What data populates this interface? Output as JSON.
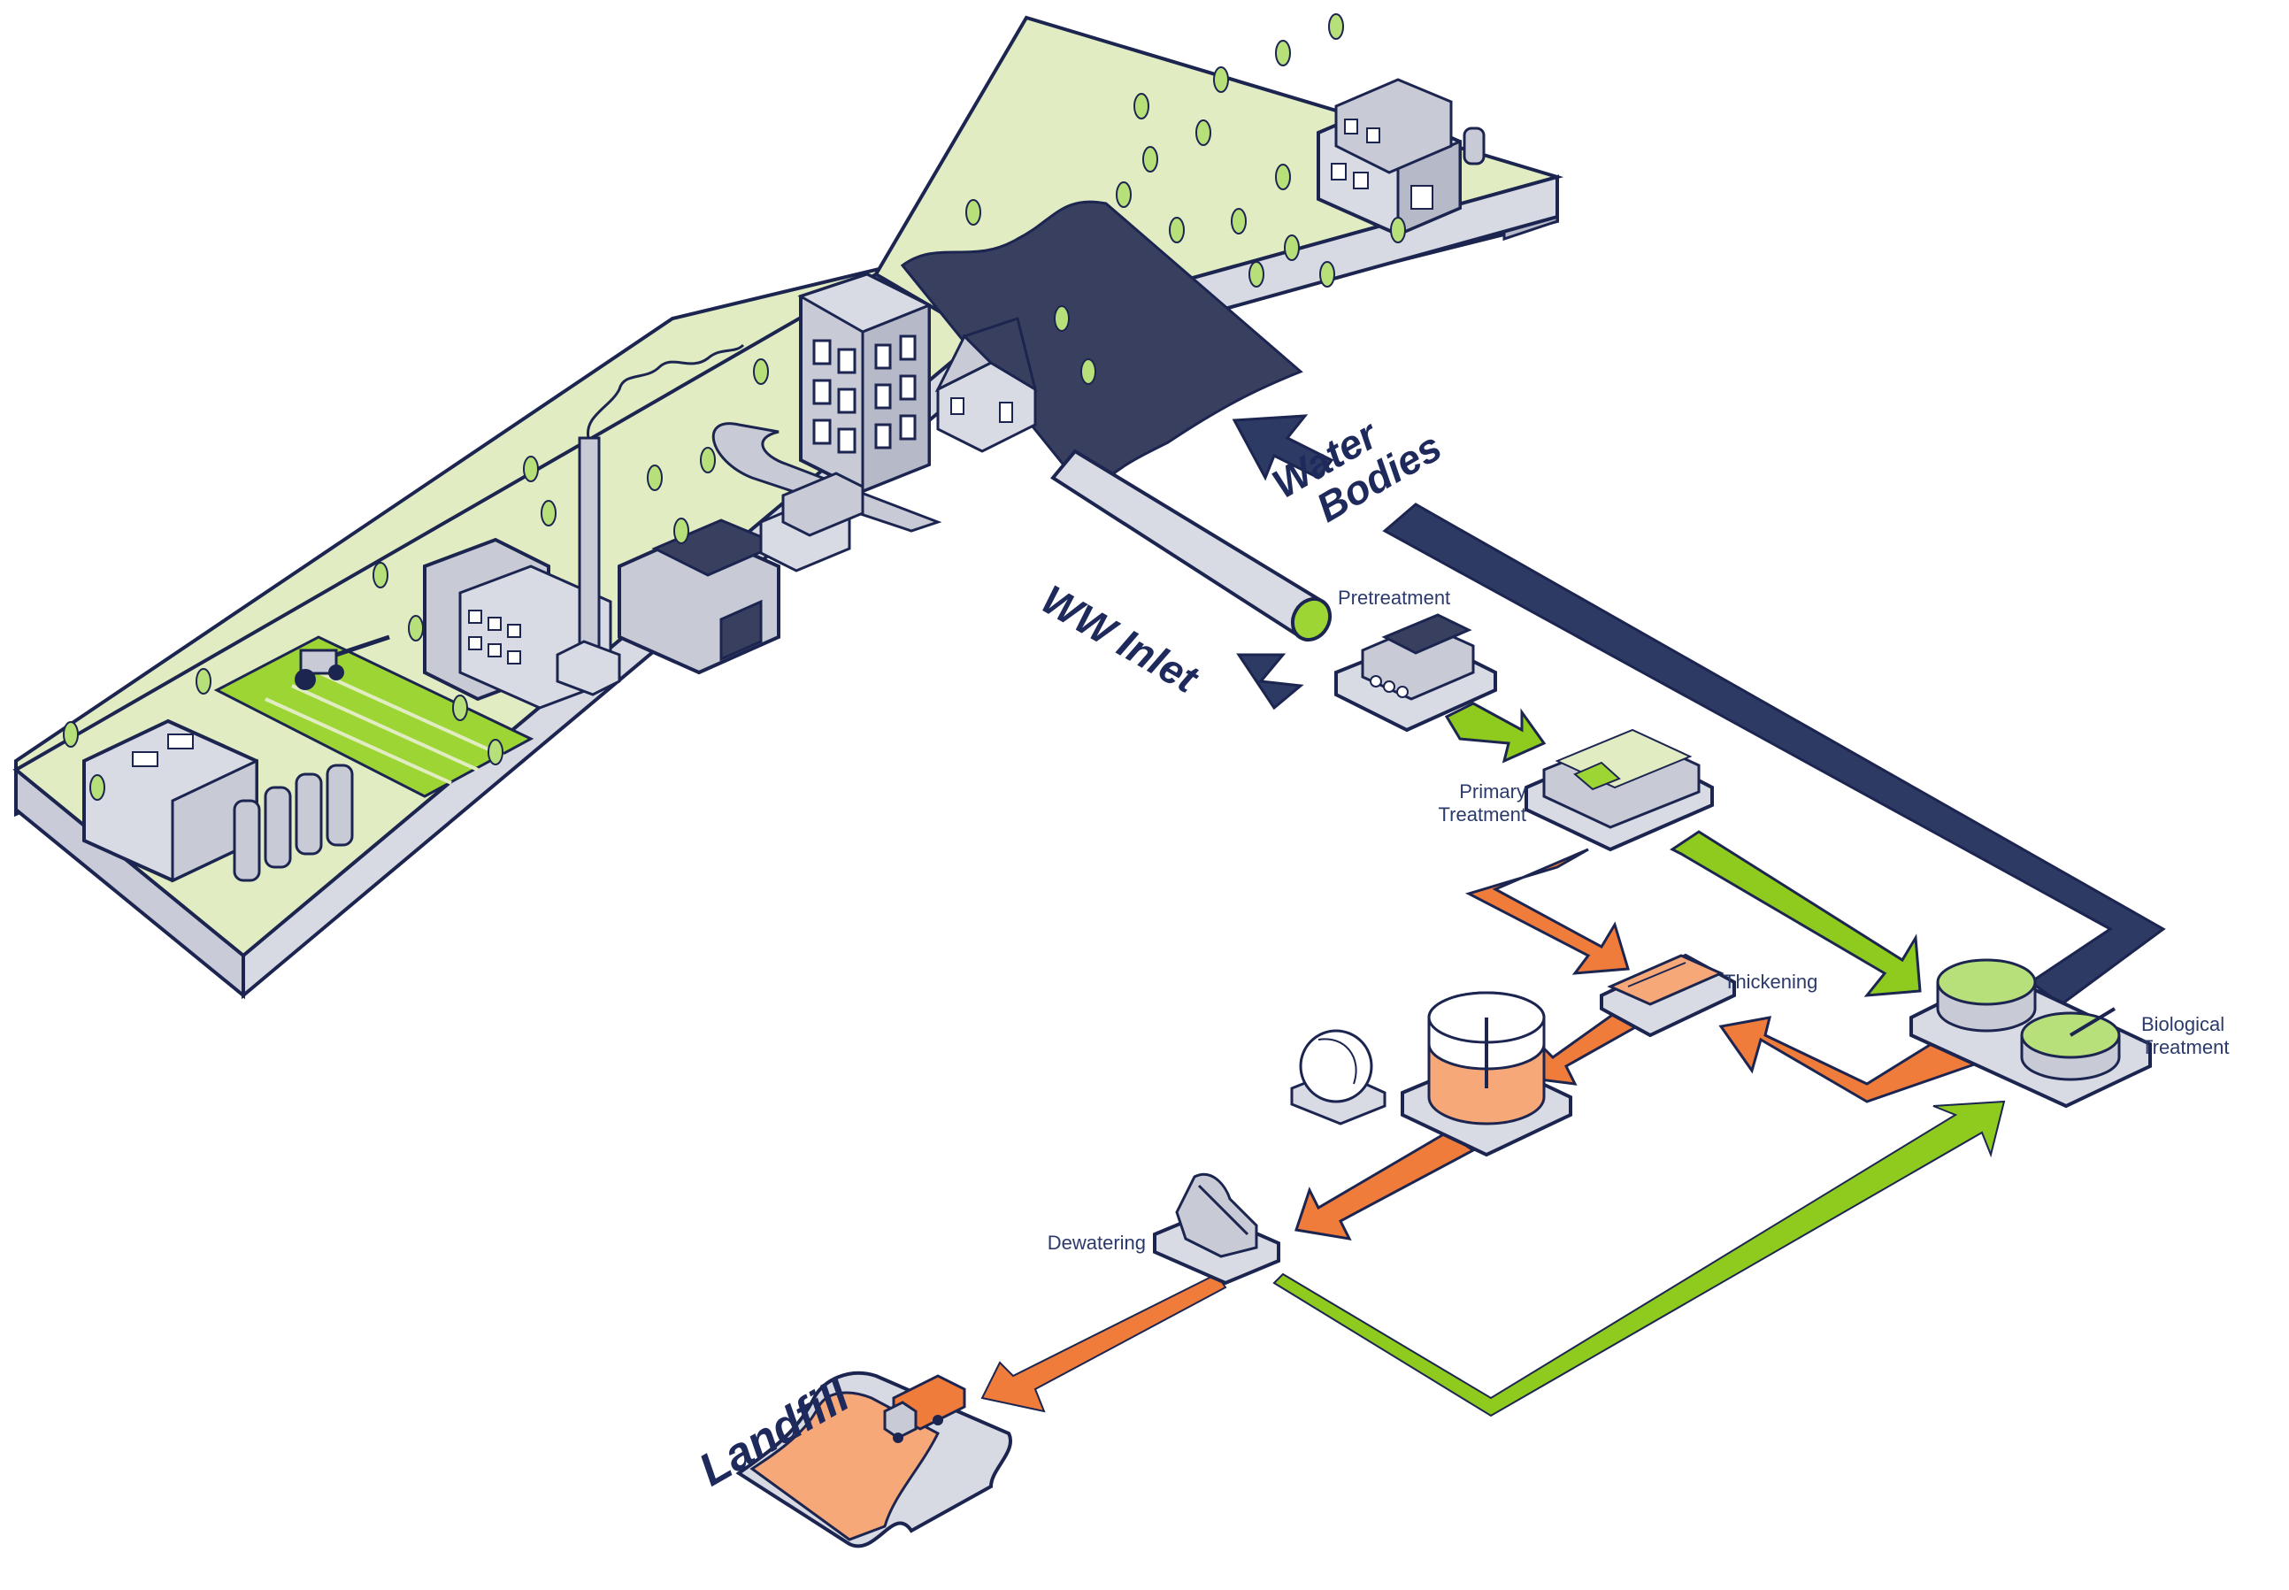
{
  "labels": {
    "pretreatment": "Pretreatment",
    "primary_line1": "Primary",
    "primary_line2": "Treatment",
    "thickening": "Thickening",
    "biological_line1": "Biological",
    "biological_line2": "Treatment",
    "dewatering": "Dewatering",
    "ww_inlet": "WW Inlet",
    "water_line1": "Water",
    "water_line2": "Bodies",
    "landfill": "Landfill"
  },
  "colors": {
    "navy": "#2d3a63",
    "outline": "#1c2550",
    "green": "#8fcb1e",
    "orange": "#f07c3c",
    "grass": "#e2ecc3",
    "river": "#39405f",
    "slab": "#d7d9e3",
    "building": "#c8cad6"
  }
}
